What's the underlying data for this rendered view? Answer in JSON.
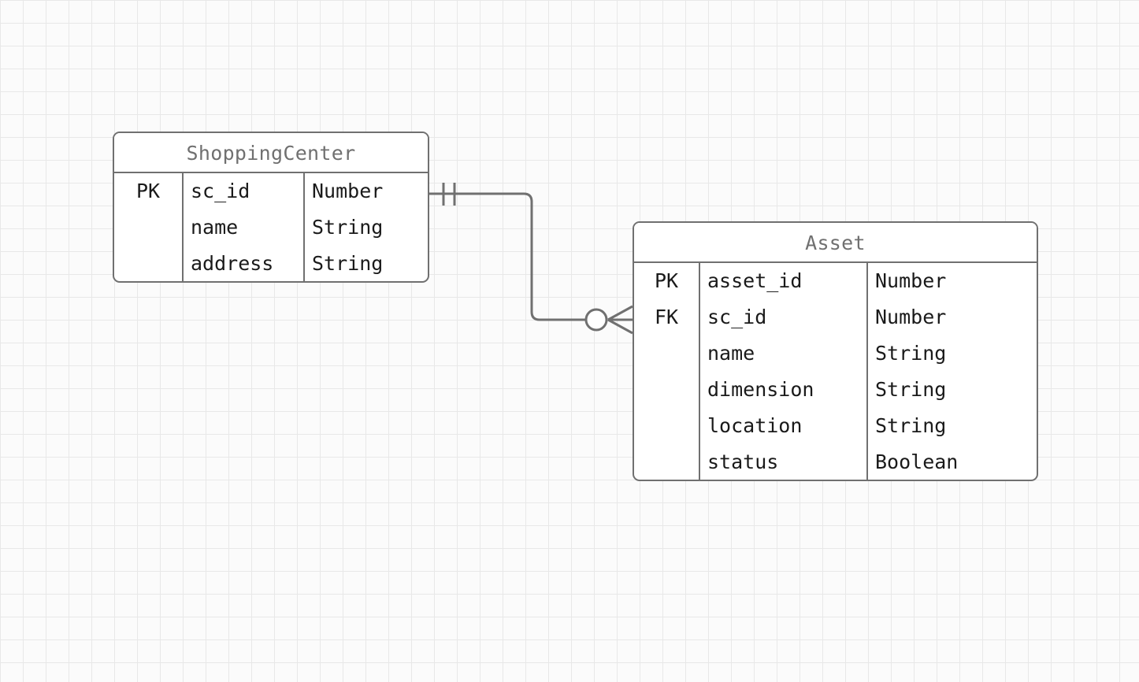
{
  "diagram": {
    "type": "entity-relationship-diagram",
    "notation": "crow's foot",
    "background_color": "#fbfbfb",
    "stroke_color": "#707070",
    "title_color": "#707070",
    "text_color": "#1a1a1a"
  },
  "entities": [
    {
      "id": "shoppingcenter",
      "name": "ShoppingCenter",
      "attributes": [
        {
          "key": "PK",
          "name": "sc_id",
          "type": "Number"
        },
        {
          "key": "",
          "name": "name",
          "type": "String"
        },
        {
          "key": "",
          "name": "address",
          "type": "String"
        }
      ]
    },
    {
      "id": "asset",
      "name": "Asset",
      "attributes": [
        {
          "key": "PK",
          "name": "asset_id",
          "type": "Number"
        },
        {
          "key": "FK",
          "name": "sc_id",
          "type": "Number"
        },
        {
          "key": "",
          "name": "name",
          "type": "String"
        },
        {
          "key": "",
          "name": "dimension",
          "type": "String"
        },
        {
          "key": "",
          "name": "location",
          "type": "String"
        },
        {
          "key": "",
          "name": "status",
          "type": "Boolean"
        }
      ]
    }
  ],
  "relationships": [
    {
      "id": "shoppingcenter-has-assets",
      "from_entity": "ShoppingCenter",
      "to_entity": "Asset",
      "from_cardinality": "one-and-only-one",
      "to_cardinality": "zero-or-many",
      "from_marker": "double-tick",
      "to_marker": "circle-crowsfoot",
      "label": ""
    }
  ]
}
